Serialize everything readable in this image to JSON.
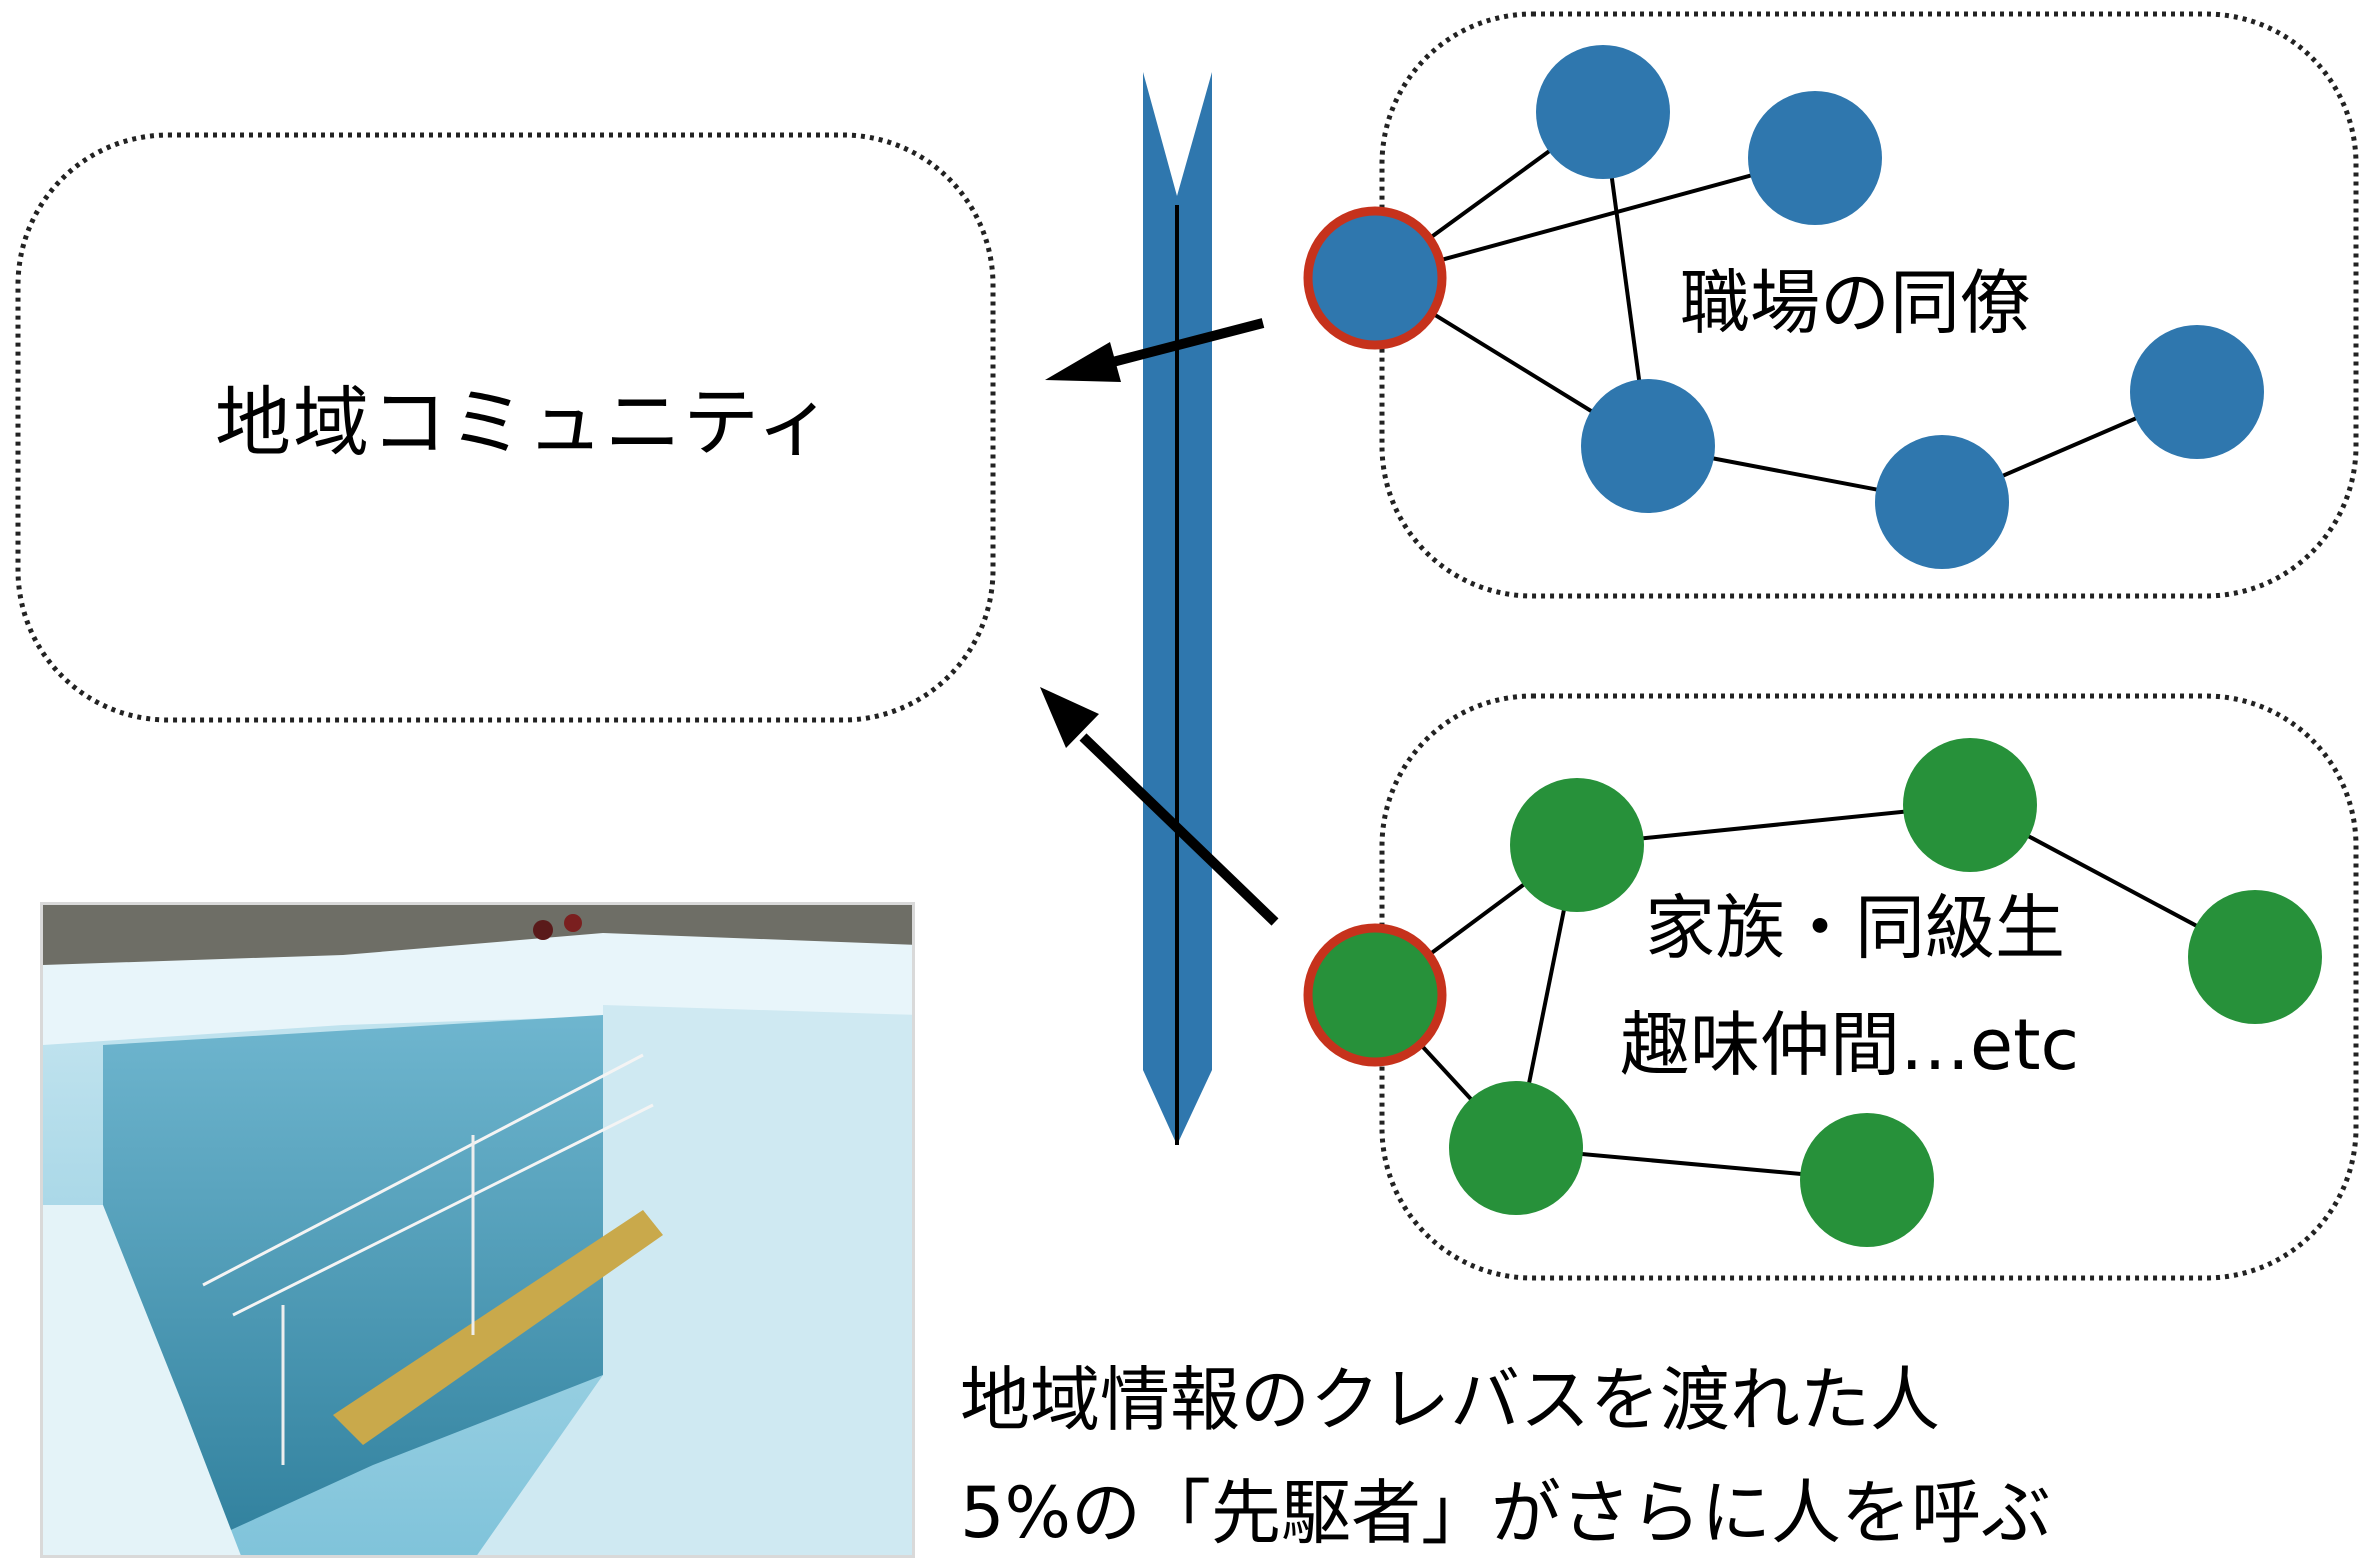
{
  "community": {
    "label": "地域コミュニティ"
  },
  "coworkers": {
    "label": "職場の同僚"
  },
  "family": {
    "label_line1": "家族・同級生",
    "label_line2": "趣味仲間…etc"
  },
  "caption": {
    "line1": "地域情報のクレバスを渡れた人",
    "line2": "5%の「先駆者」がさらに人を呼ぶ"
  },
  "colors": {
    "blue_node": "#2f77ae",
    "green_node": "#27913a",
    "bridge_node_ring": "#c6321c",
    "divider": "#2f77ae"
  },
  "photo": {
    "subject": "crevasse-with-ladder-bridge-photo"
  }
}
